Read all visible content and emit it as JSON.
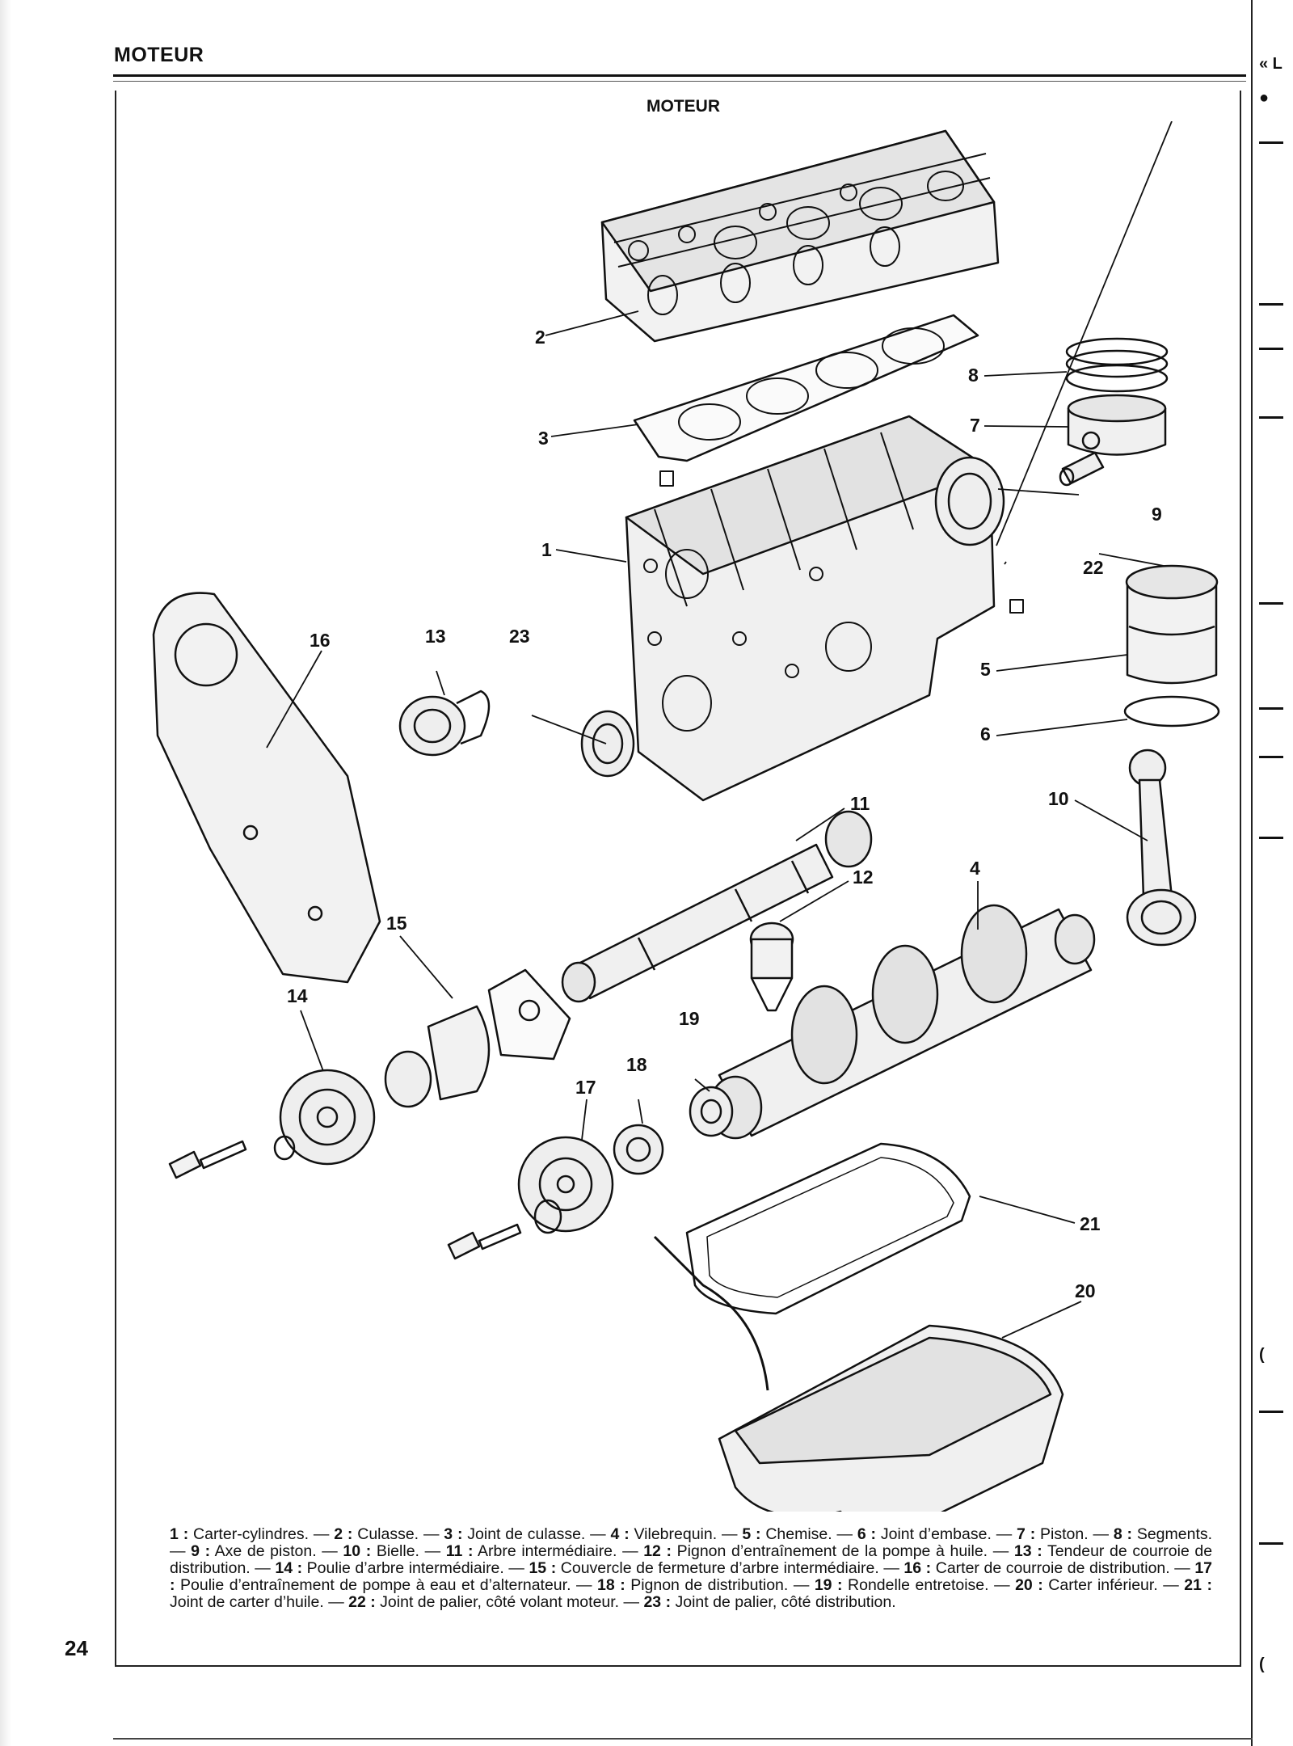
{
  "page": {
    "section_title": "MOTEUR",
    "figure_title": "MOTEUR",
    "page_number": "24"
  },
  "labels": [
    "1",
    "2",
    "3",
    "4",
    "5",
    "6",
    "7",
    "8",
    "9",
    "10",
    "11",
    "12",
    "13",
    "14",
    "15",
    "16",
    "17",
    "18",
    "19",
    "20",
    "21",
    "22",
    "23"
  ],
  "caption": [
    {
      "num": "1",
      "text": "Carter-cylindres."
    },
    {
      "num": "2",
      "text": "Culasse."
    },
    {
      "num": "3",
      "text": "Joint de culasse."
    },
    {
      "num": "4",
      "text": "Vilebrequin."
    },
    {
      "num": "5",
      "text": "Chemise."
    },
    {
      "num": "6",
      "text": "Joint d’embase."
    },
    {
      "num": "7",
      "text": "Piston."
    },
    {
      "num": "8",
      "text": "Segments."
    },
    {
      "num": "9",
      "text": "Axe de piston."
    },
    {
      "num": "10",
      "text": "Bielle."
    },
    {
      "num": "11",
      "text": "Arbre intermédiaire."
    },
    {
      "num": "12",
      "text": "Pignon d’entraînement de la pompe à huile."
    },
    {
      "num": "13",
      "text": "Tendeur de courroie de distribution."
    },
    {
      "num": "14",
      "text": "Poulie d’arbre intermédiaire."
    },
    {
      "num": "15",
      "text": "Couvercle de fermeture d’arbre intermédiaire."
    },
    {
      "num": "16",
      "text": "Carter de courroie de distribution."
    },
    {
      "num": "17",
      "text": "Poulie d’entraînement de pompe à eau et d’alternateur."
    },
    {
      "num": "18",
      "text": "Pignon de distribution."
    },
    {
      "num": "19",
      "text": "Rondelle entretoise."
    },
    {
      "num": "20",
      "text": "Carter inférieur."
    },
    {
      "num": "21",
      "text": "Joint de carter d’huile."
    },
    {
      "num": "22",
      "text": "Joint de palier, côté volant moteur."
    },
    {
      "num": "23",
      "text": "Joint de palier, côté distribution."
    }
  ],
  "caption_separator": "—",
  "caption_colon": ":",
  "right_strip": {
    "top_fragment": "« L",
    "bullet": "●",
    "mid_fragment_1": "(",
    "mid_fragment_2": "("
  }
}
